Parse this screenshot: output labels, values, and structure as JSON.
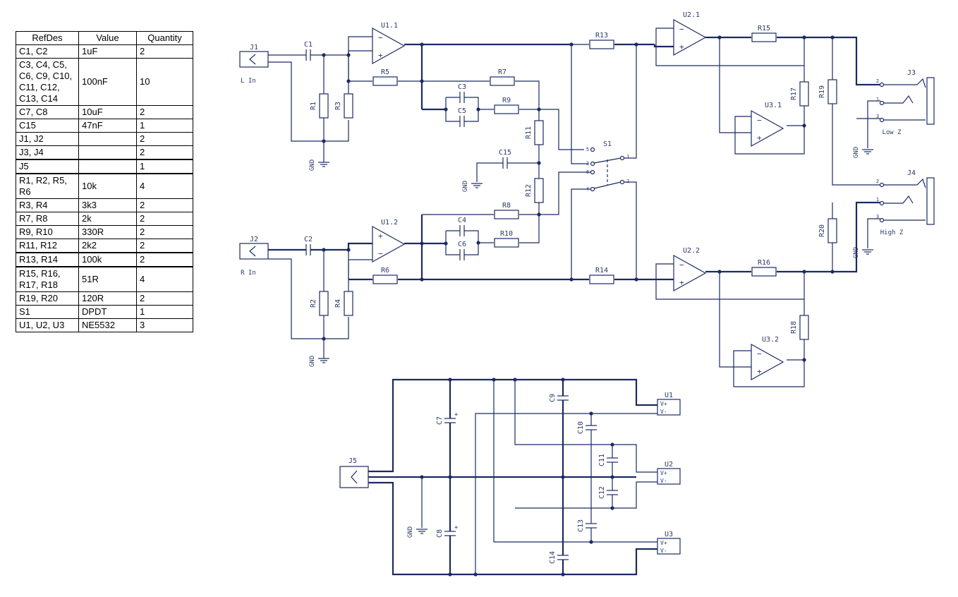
{
  "bom": {
    "headers": [
      "RefDes",
      "Value",
      "Quantity"
    ],
    "rows": [
      {
        "ref": "C1, C2",
        "value": "1uF",
        "qty": "2"
      },
      {
        "ref": "C3, C4, C5, C6, C9, C10, C11, C12, C13, C14",
        "value": "100nF",
        "qty": "10"
      },
      {
        "ref": "C7, C8",
        "value": "10uF",
        "qty": "2"
      },
      {
        "ref": "C15",
        "value": "47nF",
        "qty": "1"
      },
      {
        "ref": "J1, J2",
        "value": "",
        "qty": "2"
      },
      {
        "ref": "J3, J4",
        "value": "",
        "qty": "2"
      },
      {
        "ref": "J5",
        "value": "",
        "qty": "1"
      },
      {
        "ref": "R1, R2, R5, R6",
        "value": "10k",
        "qty": "4"
      },
      {
        "ref": "R3, R4",
        "value": "3k3",
        "qty": "2"
      },
      {
        "ref": "R7, R8",
        "value": "2k",
        "qty": "2"
      },
      {
        "ref": "R9, R10",
        "value": "330R",
        "qty": "2"
      },
      {
        "ref": "R11, R12",
        "value": "2k2",
        "qty": "2"
      },
      {
        "ref": "R13, R14",
        "value": "100k",
        "qty": "2"
      },
      {
        "ref": "R15, R16, R17, R18",
        "value": "51R",
        "qty": "4"
      },
      {
        "ref": "R19, R20",
        "value": "120R",
        "qty": "2"
      },
      {
        "ref": "S1",
        "value": "DPDT",
        "qty": "1"
      },
      {
        "ref": "U1, U2, U3",
        "value": "NE5532",
        "qty": "3"
      }
    ]
  },
  "labels": {
    "J1": "J1",
    "J2": "J2",
    "J3": "J3",
    "J4": "J4",
    "J5": "J5",
    "L_in": "L In",
    "R_in": "R In",
    "low_z": "Low Z",
    "high_z": "High Z",
    "U1_1": "U1.1",
    "U1_2": "U1.2",
    "U2_1": "U2.1",
    "U2_2": "U2.2",
    "U3_1": "U3.1",
    "U3_2": "U3.2",
    "U1": "U1",
    "U2": "U2",
    "U3": "U3",
    "S1": "S1",
    "C1": "C1",
    "C2": "C2",
    "C3": "C3",
    "C4": "C4",
    "C5": "C5",
    "C6": "C6",
    "C7": "C7",
    "C8": "C8",
    "C9": "C9",
    "C10": "C10",
    "C11": "C11",
    "C12": "C12",
    "C13": "C13",
    "C14": "C14",
    "C15": "C15",
    "R1": "R1",
    "R2": "R2",
    "R3": "R3",
    "R4": "R4",
    "R5": "R5",
    "R6": "R6",
    "R7": "R7",
    "R8": "R8",
    "R9": "R9",
    "R10": "R10",
    "R11": "R11",
    "R12": "R12",
    "R13": "R13",
    "R14": "R14",
    "R15": "R15",
    "R16": "R16",
    "R17": "R17",
    "R18": "R18",
    "R19": "R19",
    "R20": "R20",
    "gnd": "GND",
    "vplus": "V+",
    "vminus": "V-",
    "minus": "−",
    "plus": "+",
    "pin1": "1",
    "pin2": "2",
    "pin3": "3",
    "pin4": "4",
    "pin5": "5",
    "pin6": "6"
  }
}
